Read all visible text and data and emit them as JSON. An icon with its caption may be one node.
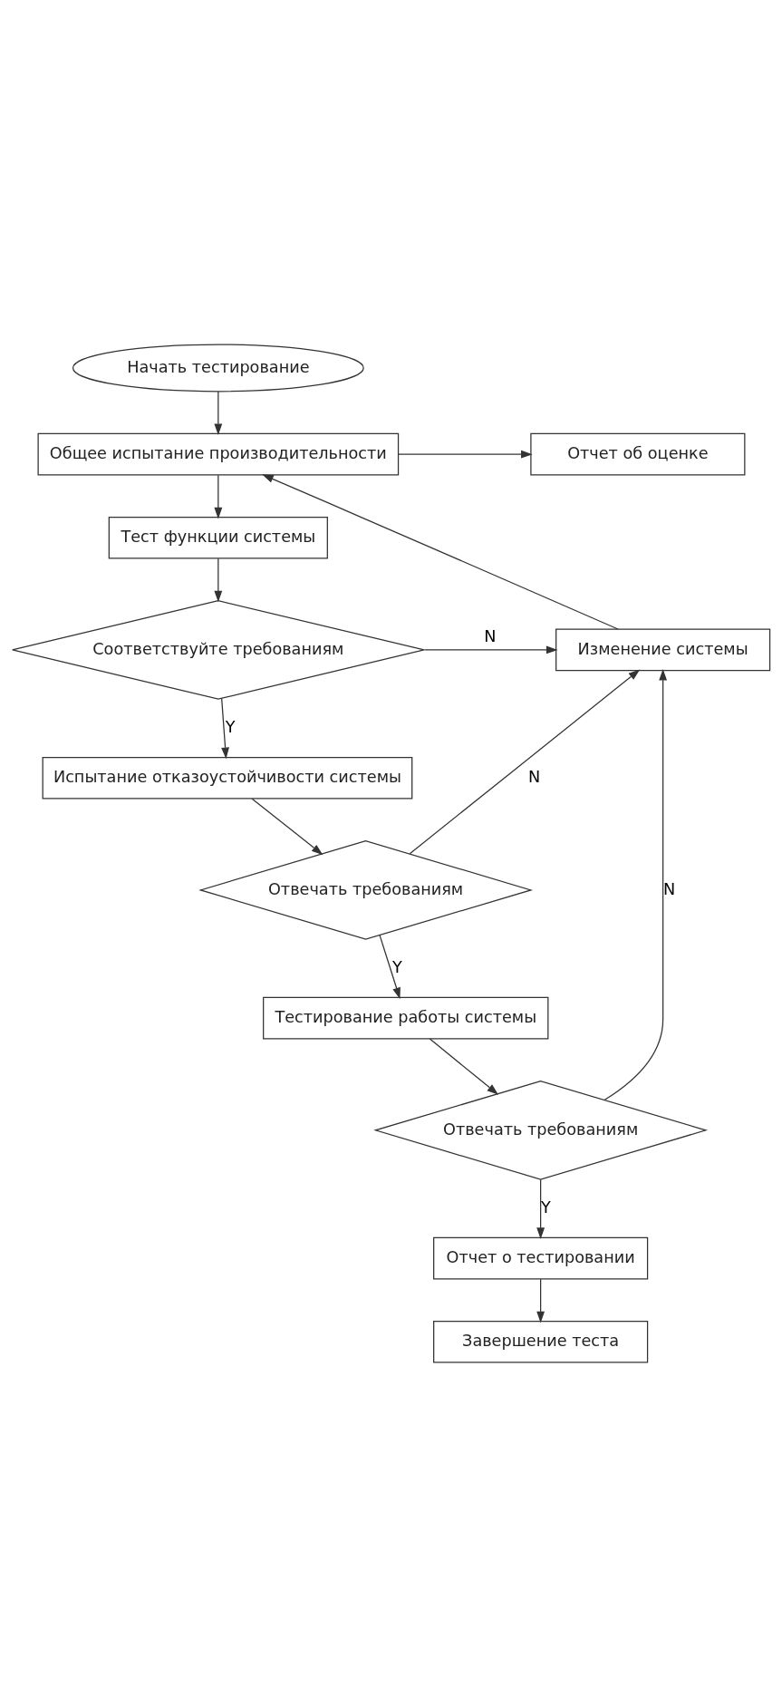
{
  "diagram": {
    "nodes": [
      {
        "text": [
          "Начать тестирование"
        ]
      },
      {
        "text": [
          "Общее испытание производительности"
        ]
      },
      {
        "text": [
          "Отчет об оценке"
        ]
      },
      {
        "text": [
          "Тест функции системы"
        ]
      },
      {
        "text": [
          "Соответствуйте требованиям"
        ]
      },
      {
        "text": [
          "Изменение системы"
        ]
      },
      {
        "text": [
          "Испытание отказоустойчивости системы"
        ]
      },
      {
        "text": [
          "Отвечать требованиям"
        ]
      },
      {
        "text": [
          "Тестирование работы системы"
        ]
      },
      {
        "text": [
          "Отвечать требованиям"
        ]
      },
      {
        "text": [
          "Отчет о тестировании"
        ]
      },
      {
        "text": [
          "Завершение теста"
        ]
      }
    ],
    "edges": [
      {
        "from": 0,
        "to": 1,
        "arrow": "to"
      },
      {
        "from": 1,
        "to": 2,
        "arrow": "to"
      },
      {
        "from": 1,
        "to": 3,
        "arrow": "to"
      },
      {
        "from": 3,
        "to": 4,
        "arrow": "to"
      },
      {
        "from": 4,
        "to": 5,
        "arrow": "to",
        "label": "N"
      },
      {
        "from": 4,
        "to": 6,
        "arrow": "to",
        "label": "Y"
      },
      {
        "from": 6,
        "to": 7,
        "arrow": "to"
      },
      {
        "from": 7,
        "to": 5,
        "arrow": "to",
        "label": "N"
      },
      {
        "from": 7,
        "to": 8,
        "arrow": "to",
        "label": "Y"
      },
      {
        "from": 8,
        "to": 9,
        "arrow": "to"
      },
      {
        "from": 9,
        "to": 5,
        "arrow": "to",
        "label": "N"
      },
      {
        "from": 9,
        "to": 10,
        "arrow": "to",
        "label": "Y"
      },
      {
        "from": 10,
        "to": 11,
        "arrow": "to"
      },
      {
        "from": 5,
        "to": 1,
        "arrow": "to"
      }
    ]
  }
}
